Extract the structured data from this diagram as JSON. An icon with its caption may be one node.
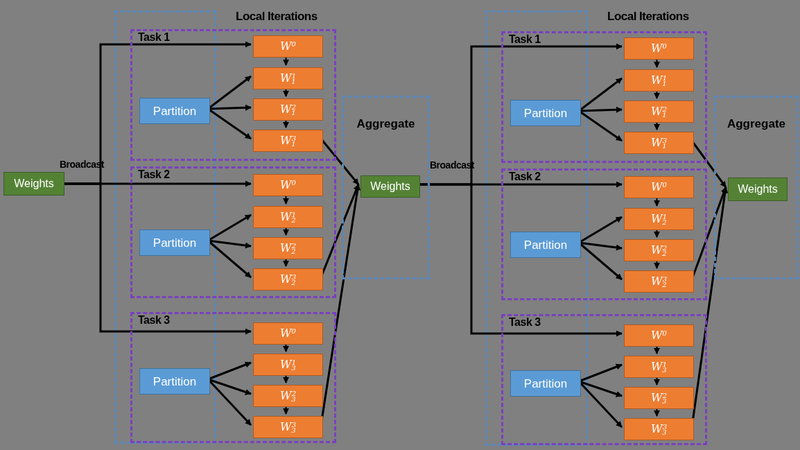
{
  "diagram": {
    "nodes": [
      {
        "text": [
          "Weights"
        ]
      },
      {
        "text": [
          "Task 1"
        ]
      },
      {
        "text": [
          "Partition"
        ],
        "in": 1
      },
      {
        "text": [
          "W$^{0}$"
        ],
        "in": 1
      },
      {
        "text": [
          "W$_{1}$$^{1}$"
        ],
        "in": 1
      },
      {
        "text": [
          "W$_{1}$$^{2}$"
        ],
        "in": 1
      },
      {
        "text": [
          "W$_{1}$$^{3}$"
        ],
        "in": 1
      },
      {
        "text": [
          "Task 2"
        ]
      },
      {
        "text": [
          "Partition"
        ],
        "in": 7
      },
      {
        "text": [
          "W$^{0}$"
        ],
        "in": 7
      },
      {
        "text": [
          "W$_{2}$$^{1}$"
        ],
        "in": 7
      },
      {
        "text": [
          "W$_{2}$$^{2}$"
        ],
        "in": 7
      },
      {
        "text": [
          "W$_{2}$$^{3}$"
        ],
        "in": 7
      },
      {
        "text": [
          "Task 3"
        ]
      },
      {
        "text": [
          "Partition"
        ],
        "in": 13
      },
      {
        "text": [
          "W$^{0}$"
        ],
        "in": 13
      },
      {
        "text": [
          "W$_{3}$$^{1}$"
        ],
        "in": 13
      },
      {
        "text": [
          "W$_{3}$$^{2}$"
        ],
        "in": 13
      },
      {
        "text": [
          "W$_{3}$$^{3}$"
        ],
        "in": 13
      },
      {
        "text": [
          "Aggregate"
        ]
      },
      {
        "text": [
          "Weights"
        ],
        "in": 19
      },
      {
        "text": [
          "Task 1"
        ]
      },
      {
        "text": [
          "Partition"
        ],
        "in": 21
      },
      {
        "text": [
          "W$^{0}$"
        ],
        "in": 21
      },
      {
        "text": [
          "W$_{1}$$^{1}$"
        ],
        "in": 21
      },
      {
        "text": [
          "W$_{1}$$^{2}$"
        ],
        "in": 21
      },
      {
        "text": [
          "W$_{1}$$^{3}$"
        ],
        "in": 21
      },
      {
        "text": [
          "Task 2"
        ]
      },
      {
        "text": [
          "Partition"
        ],
        "in": 27
      },
      {
        "text": [
          "W$^{0}$"
        ],
        "in": 27
      },
      {
        "text": [
          "W$_{2}$$^{1}$"
        ],
        "in": 27
      },
      {
        "text": [
          "W$_{2}$$^{2}$"
        ],
        "in": 27
      },
      {
        "text": [
          "W$_{2}$$^{3}$"
        ],
        "in": 27
      },
      {
        "text": [
          "Task 3"
        ]
      },
      {
        "text": [
          "Partition"
        ],
        "in": 33
      },
      {
        "text": [
          "W$^{0}$"
        ],
        "in": 33
      },
      {
        "text": [
          "W$_{3}$$^{1}$"
        ],
        "in": 33
      },
      {
        "text": [
          "W$_{3}$$^{2}$"
        ],
        "in": 33
      },
      {
        "text": [
          "W$_{3}$$^{3}$"
        ],
        "in": 33
      },
      {
        "text": [
          "Aggregate"
        ]
      },
      {
        "text": [
          "Weights"
        ],
        "in": 39
      }
    ],
    "edges": [
      {
        "from": 0,
        "to": 3,
        "arrow": "to"
      },
      {
        "from": 0,
        "to": 9,
        "arrow": "to"
      },
      {
        "from": 0,
        "to": 15,
        "arrow": "to"
      },
      {
        "from": 3,
        "to": 4,
        "arrow": "to"
      },
      {
        "from": 4,
        "to": 5,
        "arrow": "to"
      },
      {
        "from": 5,
        "to": 6,
        "arrow": "to"
      },
      {
        "from": 2,
        "to": 4,
        "arrow": "to"
      },
      {
        "from": 2,
        "to": 5,
        "arrow": "to"
      },
      {
        "from": 2,
        "to": 6,
        "arrow": "to"
      },
      {
        "from": 6,
        "to": 20,
        "arrow": "to"
      },
      {
        "from": 9,
        "to": 10,
        "arrow": "to"
      },
      {
        "from": 10,
        "to": 11,
        "arrow": "to"
      },
      {
        "from": 11,
        "to": 12,
        "arrow": "to"
      },
      {
        "from": 8,
        "to": 10,
        "arrow": "to"
      },
      {
        "from": 8,
        "to": 11,
        "arrow": "to"
      },
      {
        "from": 8,
        "to": 12,
        "arrow": "to"
      },
      {
        "from": 12,
        "to": 20,
        "arrow": "to"
      },
      {
        "from": 15,
        "to": 16,
        "arrow": "to"
      },
      {
        "from": 16,
        "to": 17,
        "arrow": "to"
      },
      {
        "from": 17,
        "to": 18,
        "arrow": "to"
      },
      {
        "from": 14,
        "to": 16,
        "arrow": "to"
      },
      {
        "from": 14,
        "to": 17,
        "arrow": "to"
      },
      {
        "from": 14,
        "to": 18,
        "arrow": "to"
      },
      {
        "from": 18,
        "to": 20,
        "arrow": "to"
      },
      {
        "from": 20,
        "to": 23,
        "arrow": "to"
      },
      {
        "from": 20,
        "to": 29,
        "arrow": "to"
      },
      {
        "from": 20,
        "to": 35,
        "arrow": "to"
      },
      {
        "from": 23,
        "to": 24,
        "arrow": "to"
      },
      {
        "from": 24,
        "to": 25,
        "arrow": "to"
      },
      {
        "from": 25,
        "to": 26,
        "arrow": "to"
      },
      {
        "from": 22,
        "to": 24,
        "arrow": "to"
      },
      {
        "from": 22,
        "to": 25,
        "arrow": "to"
      },
      {
        "from": 22,
        "to": 26,
        "arrow": "to"
      },
      {
        "from": 26,
        "to": 40,
        "arrow": "to"
      },
      {
        "from": 29,
        "to": 30,
        "arrow": "to"
      },
      {
        "from": 30,
        "to": 31,
        "arrow": "to"
      },
      {
        "from": 31,
        "to": 32,
        "arrow": "to"
      },
      {
        "from": 28,
        "to": 30,
        "arrow": "to"
      },
      {
        "from": 28,
        "to": 31,
        "arrow": "to"
      },
      {
        "from": 28,
        "to": 32,
        "arrow": "to"
      },
      {
        "from": 32,
        "to": 40,
        "arrow": "to"
      },
      {
        "from": 35,
        "to": 36,
        "arrow": "to"
      },
      {
        "from": 36,
        "to": 37,
        "arrow": "to"
      },
      {
        "from": 37,
        "to": 38,
        "arrow": "to"
      },
      {
        "from": 34,
        "to": 36,
        "arrow": "to"
      },
      {
        "from": 34,
        "to": 37,
        "arrow": "to"
      },
      {
        "from": 34,
        "to": 38,
        "arrow": "to"
      },
      {
        "from": 38,
        "to": 40,
        "arrow": "to"
      }
    ],
    "labels": [
      "Local Iterations",
      "Broadcast",
      "Local Iterations",
      "Broadcast"
    ]
  }
}
